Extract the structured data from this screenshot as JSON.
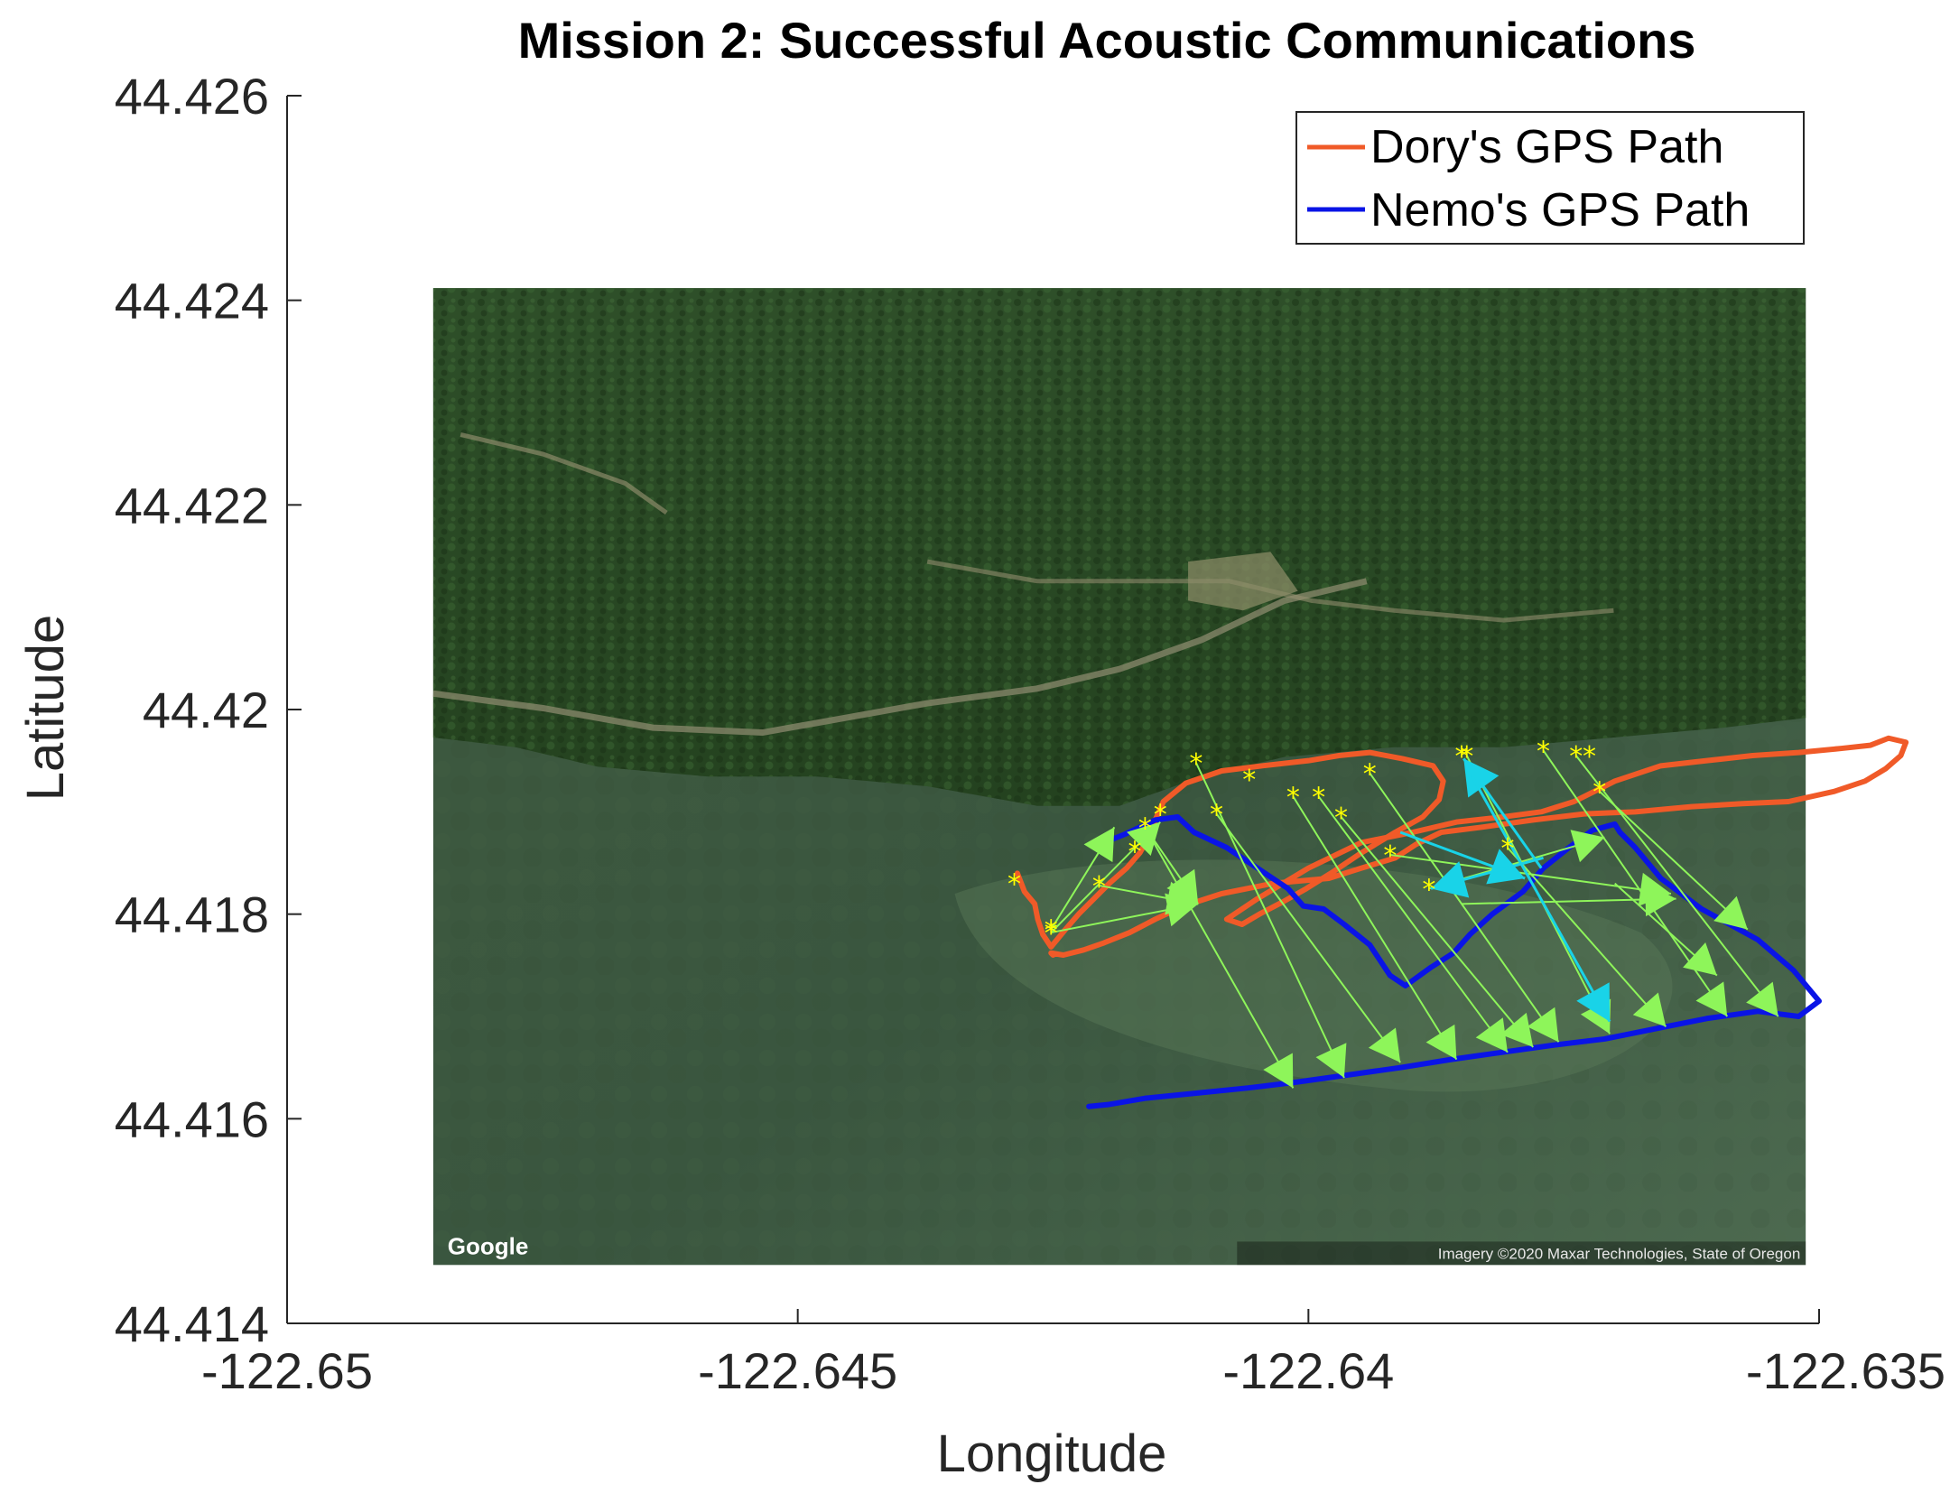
{
  "chart_data": {
    "type": "line",
    "title": "Mission 2: Successful Acoustic Communications",
    "xlabel": "Longitude",
    "ylabel": "Latitude",
    "xlim": [
      -122.65,
      -122.635
    ],
    "ylim": [
      44.414,
      44.426
    ],
    "xticks": [
      "-122.65",
      "-122.645",
      "-122.64",
      "-122.635"
    ],
    "yticks": [
      "44.414",
      "44.416",
      "44.418",
      "44.42",
      "44.422",
      "44.424",
      "44.426"
    ],
    "grid": false,
    "legend_position": "top-right",
    "basemap": {
      "type": "satellite",
      "lon_range": [
        -122.64857,
        -122.63513
      ],
      "lat_range": [
        44.41457,
        44.42412
      ],
      "logo": "Google",
      "attribution": "Imagery ©2020 Maxar Technologies, State of Oregon"
    },
    "series": [
      {
        "name": "Dory's GPS Path",
        "color": "#f05a28",
        "x": [
          -122.64285,
          -122.64278,
          -122.64268,
          -122.64265,
          -122.6426,
          -122.64252,
          -122.64238,
          -122.64225,
          -122.6421,
          -122.64195,
          -122.64178,
          -122.64165,
          -122.64155,
          -122.6415,
          -122.64142,
          -122.6412,
          -122.64085,
          -122.64045,
          -122.64,
          -122.6397,
          -122.6394,
          -122.63908,
          -122.63878,
          -122.63868,
          -122.63872,
          -122.63888,
          -122.63915,
          -122.63948,
          -122.63978,
          -122.64002,
          -122.64025,
          -122.64048,
          -122.64065,
          -122.6408,
          -122.6405,
          -122.64,
          -122.63948,
          -122.63898,
          -122.63855,
          -122.6381,
          -122.63772,
          -122.6374,
          -122.637,
          -122.63655,
          -122.6361,
          -122.63565,
          -122.6352,
          -122.63478,
          -122.6345,
          -122.63432,
          -122.63415,
          -122.6342,
          -122.63435,
          -122.63455,
          -122.63485,
          -122.6353,
          -122.63575,
          -122.63625,
          -122.6368,
          -122.6373,
          -122.6378,
          -122.6383,
          -122.6387,
          -122.63895,
          -122.63915,
          -122.63948,
          -122.6398,
          -122.64035,
          -122.64085,
          -122.64122,
          -122.6415,
          -122.64175,
          -122.642,
          -122.6422,
          -122.6424,
          -122.64252,
          -122.6425
        ],
        "y": [
          44.4184,
          44.41822,
          44.4181,
          44.41795,
          44.4178,
          44.41768,
          44.41785,
          44.418,
          44.41815,
          44.4183,
          44.41845,
          44.4186,
          44.41878,
          44.41892,
          44.4191,
          44.41928,
          44.4194,
          44.41945,
          44.4195,
          44.41955,
          44.41958,
          44.41952,
          44.41945,
          44.4193,
          44.41912,
          44.41895,
          44.4188,
          44.4186,
          44.4184,
          44.41825,
          44.41812,
          44.418,
          44.4179,
          44.41795,
          44.41815,
          44.41845,
          44.4187,
          44.4188,
          44.4189,
          44.41895,
          44.419,
          44.4191,
          44.4193,
          44.41945,
          44.4195,
          44.41955,
          44.41958,
          44.41962,
          44.41965,
          44.41972,
          44.41968,
          44.41955,
          44.41942,
          44.4193,
          44.4192,
          44.4191,
          44.41908,
          44.41905,
          44.419,
          44.41898,
          44.41892,
          44.41885,
          44.4188,
          44.41868,
          44.41855,
          44.41845,
          44.41835,
          44.4183,
          44.4182,
          44.41808,
          44.41795,
          44.41782,
          44.41772,
          44.41765,
          44.4176,
          44.41762,
          44.4176
        ]
      },
      {
        "name": "Nemo's GPS Path",
        "color": "#0a14e6",
        "x": [
          -122.64205,
          -122.6418,
          -122.6415,
          -122.64128,
          -122.64112,
          -122.6408,
          -122.6405,
          -122.6402,
          -122.64005,
          -122.63985,
          -122.63965,
          -122.6394,
          -122.6392,
          -122.63905,
          -122.6388,
          -122.63858,
          -122.63842,
          -122.6382,
          -122.6379,
          -122.6377,
          -122.63745,
          -122.63722,
          -122.637,
          -122.63695,
          -122.6368,
          -122.63655,
          -122.63615,
          -122.6356,
          -122.63525,
          -122.635,
          -122.6352,
          -122.6356,
          -122.6361,
          -122.6366,
          -122.6371,
          -122.6376,
          -122.6381,
          -122.6386,
          -122.6391,
          -122.6396,
          -122.6401,
          -122.6406,
          -122.6411,
          -122.6416,
          -122.64195,
          -122.64215
        ],
        "y": [
          44.41868,
          44.41878,
          44.41892,
          44.41895,
          44.4188,
          44.41865,
          44.41845,
          44.41825,
          44.41808,
          44.41805,
          44.4179,
          44.4177,
          44.4174,
          44.4173,
          44.41748,
          44.41762,
          44.4178,
          44.418,
          44.41822,
          44.41845,
          44.41865,
          44.41882,
          44.41888,
          44.4188,
          44.41865,
          44.41835,
          44.41805,
          44.41775,
          44.41745,
          44.41715,
          44.417,
          44.41705,
          44.41698,
          44.41688,
          44.41678,
          44.41672,
          44.41665,
          44.41658,
          44.4165,
          44.41643,
          44.41636,
          44.4163,
          44.41625,
          44.4162,
          44.41614,
          44.41612
        ]
      }
    ],
    "transmit_points": {
      "color": "#ffff00",
      "x": [
        -122.64288,
        -122.64252,
        -122.64252,
        -122.64205,
        -122.6417,
        -122.6416,
        -122.64145,
        -122.6411,
        -122.6409,
        -122.64058,
        -122.64015,
        -122.6399,
        -122.63968,
        -122.6394,
        -122.6392,
        -122.63882,
        -122.63845,
        -122.6385,
        -122.63805,
        -122.6377,
        -122.63738,
        -122.63715,
        -122.63725
      ],
      "y": [
        44.4183,
        44.41782,
        44.41785,
        44.41828,
        44.41862,
        44.41885,
        44.41898,
        44.41948,
        44.41898,
        44.41932,
        44.41915,
        44.41915,
        44.41895,
        44.41938,
        44.41858,
        44.41825,
        44.41955,
        44.41955,
        44.41865,
        44.4196,
        44.41955,
        44.4192,
        44.41955
      ]
    },
    "arrows": {
      "successful_color": "#8ef55a",
      "highlight_color": "#19d3e8",
      "successful": [
        {
          "from": [
            -122.6416,
            44.41885
          ],
          "to": [
            -122.64108,
            44.4181
          ]
        },
        {
          "from": [
            -122.6416,
            44.41885
          ],
          "to": [
            -122.64015,
            44.4163
          ]
        },
        {
          "from": [
            -122.6411,
            44.41948
          ],
          "to": [
            -122.63965,
            44.4164
          ]
        },
        {
          "from": [
            -122.6409,
            44.41898
          ],
          "to": [
            -122.6391,
            44.41655
          ]
        },
        {
          "from": [
            -122.64015,
            44.41915
          ],
          "to": [
            -122.63855,
            44.41658
          ]
        },
        {
          "from": [
            -122.6399,
            44.41915
          ],
          "to": [
            -122.63805,
            44.41665
          ]
        },
        {
          "from": [
            -122.63968,
            44.41895
          ],
          "to": [
            -122.6378,
            44.4167
          ]
        },
        {
          "from": [
            -122.6394,
            44.41938
          ],
          "to": [
            -122.63755,
            44.41675
          ]
        },
        {
          "from": [
            -122.63845,
            44.41955
          ],
          "to": [
            -122.63705,
            44.41683
          ]
        },
        {
          "from": [
            -122.63805,
            44.41865
          ],
          "to": [
            -122.6365,
            44.4169
          ]
        },
        {
          "from": [
            -122.6377,
            44.4196
          ],
          "to": [
            -122.6359,
            44.417
          ]
        },
        {
          "from": [
            -122.63738,
            44.41955
          ],
          "to": [
            -122.6354,
            44.417
          ]
        },
        {
          "from": [
            -122.6392,
            44.41858
          ],
          "to": [
            -122.63645,
            44.4182
          ]
        },
        {
          "from": [
            -122.63882,
            44.41825
          ],
          "to": [
            -122.6371,
            44.41875
          ]
        },
        {
          "from": [
            -122.64252,
            44.41782
          ],
          "to": [
            -122.64145,
            44.4189
          ]
        },
        {
          "from": [
            -122.64252,
            44.41785
          ],
          "to": [
            -122.6419,
            44.41885
          ]
        },
        {
          "from": [
            -122.64205,
            44.41828
          ],
          "to": [
            -122.64108,
            44.4181
          ]
        },
        {
          "from": [
            -122.64252,
            44.41782
          ],
          "to": [
            -122.64108,
            44.4181
          ]
        },
        {
          "from": [
            -122.6385,
            44.4181
          ],
          "to": [
            -122.6364,
            44.41815
          ]
        },
        {
          "from": [
            -122.637,
            44.4183
          ],
          "to": [
            -122.636,
            44.4174
          ]
        },
        {
          "from": [
            -122.63715,
            44.4192
          ],
          "to": [
            -122.6357,
            44.41785
          ]
        }
      ],
      "highlighted": [
        {
          "from": [
            -122.6391,
            44.4188
          ],
          "to": [
            -122.63788,
            44.41835
          ]
        },
        {
          "from": [
            -122.63772,
            44.41845
          ],
          "to": [
            -122.63848,
            44.41952
          ]
        },
        {
          "from": [
            -122.6384,
            44.41935
          ],
          "to": [
            -122.63705,
            44.41695
          ]
        },
        {
          "from": [
            -122.6377,
            44.41855
          ],
          "to": [
            -122.6388,
            44.41825
          ]
        }
      ]
    }
  }
}
